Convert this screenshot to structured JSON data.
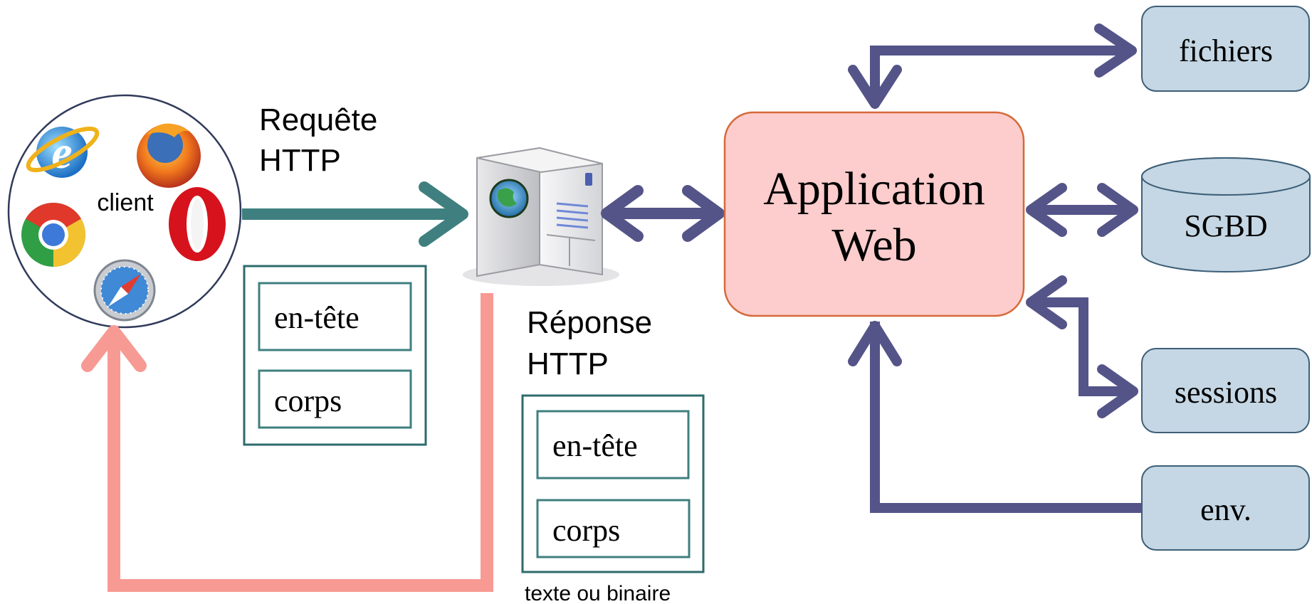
{
  "client": {
    "label": "client",
    "icons": [
      "internet-explorer-icon",
      "firefox-icon",
      "chrome-icon",
      "opera-icon",
      "safari-icon"
    ]
  },
  "request": {
    "title_line1": "Requête",
    "title_line2": "HTTP",
    "header_label": "en-tête",
    "body_label": "corps"
  },
  "response": {
    "title_line1": "Réponse",
    "title_line2": "HTTP",
    "header_label": "en-tête",
    "body_label": "corps",
    "caption": "texte ou binaire"
  },
  "server": {
    "icon": "web-server-icon"
  },
  "application": {
    "line1": "Application",
    "line2": "Web"
  },
  "resources": {
    "files": "fichiers",
    "database": "SGBD",
    "sessions": "sessions",
    "environment": "env."
  },
  "colors": {
    "request_arrow": "#3f7f7f",
    "response_arrow": "#f79a94",
    "link_arrows": "#545489",
    "app_fill": "#fdcccc",
    "app_stroke": "#d46a3a",
    "resource_fill": "#c5d7e4",
    "resource_stroke": "#3d5f78",
    "message_box_stroke": "#2e6b6b"
  }
}
